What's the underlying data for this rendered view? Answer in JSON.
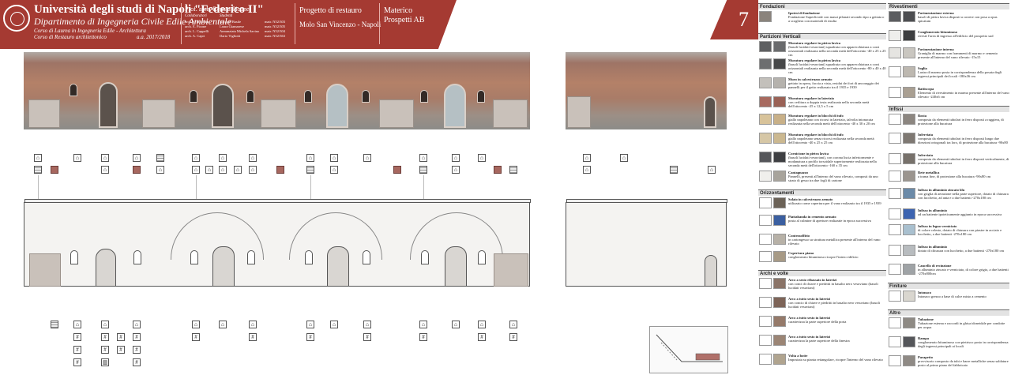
{
  "header": {
    "university": "Università degli studi di Napoli \"Federico II\"",
    "department": "Dipartimento di Ingegneria Civile Edile Ambientale",
    "course1": "Corso di Laurea in Ingegneria Edile - Architettura",
    "course2": "Corso di Restauro architettonico",
    "year": "a.a. 2017/2018",
    "professor": "Prof. arch. Renata Picone",
    "collab_head": "Collaboratori",
    "students_head": "Studenti",
    "collaborators": [
      "arch. S. Iaccarino",
      "arch. E. Picone",
      "arch. L. Cappelli",
      "arch. A. Capri"
    ],
    "students": [
      "Gerardo Basile",
      "Laura Giamarese",
      "Annunziata Michela Savino",
      "Dario Vigliotti"
    ],
    "matr": [
      "matr. N52/303",
      "matr. N52/305",
      "matr. N52/304",
      "matr. N52/363"
    ],
    "project": "Progetto di restauro",
    "location": "Molo San Vincenzo - Napoli",
    "sheet_title": "Materico\nProspetti AB",
    "sheet_number": "7"
  },
  "ledger_left": [
    {
      "section": "Fondazioni",
      "items": [
        {
          "title": "Ipotesi di fondazione",
          "text": "Fondazione Superficiale con massi pilonati secondo tipo a gettata o a scogliera con materiali di risulta"
        }
      ]
    },
    {
      "section": "Partizioni Verticali",
      "items": [
        {
          "title": "Muratura regolare in pietra lavica",
          "text": "(basoli lucidati vesuviani) squadrata con apparecchiatura a corsi orizzontali realizzata nella seconda metà dell'ottocento -40 x 25 x 25 cm"
        },
        {
          "title": "Muratura regolare in pietra lavica",
          "text": "(basoli lucidati vesuviani) squadrata con apparecchiatura a corsi orizzontali realizzata nella seconda metà dell'ottocento -80 x 40 x 40 cm"
        },
        {
          "title": "Muro in calcestruzzo armato",
          "text": "gettato in opera, faccia a vista, residui dei fori di ancoraggio dei pannelli per il getto realizzato tra il 1935 e 1939"
        },
        {
          "title": "Muratura regolare in laterizio",
          "text": "con cerlitura a doppia testa realizzata nella seconda metà dell'ottocento -25 x 12,5 x 5 cm"
        },
        {
          "title": "Muratura regolare in blocchi di tufo",
          "text": "giallo napoletano con ricorsi in laterizio, talvolta intonacata realizzata nella seconda metà dell'ottocento -40 x 30 x 20 cm"
        },
        {
          "title": "Muratura regolare in blocchi di tufo",
          "text": "giallo napoletano senza ricorsi realizzata nella seconda metà dell'ottocento -40 x 25 x 25 cm"
        },
        {
          "title": "Cornicione in pietra lavica",
          "text": "(basoli lucidati vesuviani), con corona liscia inferiormente e modanatura a profilo torsoidale superiormente realizzata nella seconda metà dell'ottocento -160 x 35 cm"
        },
        {
          "title": "Cantagnazzo",
          "text": "Pannelli, presenti all'interno del vano rilevato, composti da uno strato di gesso tra due fogli di cartone"
        }
      ]
    },
    {
      "section": "Orizzontamenti",
      "items": [
        {
          "title": "Solaio in calcestruzzo armato",
          "text": "utilizzato come copertura per il vano realizzato tra il 1935 e 1939"
        },
        {
          "title": "Piattabanda in cemento armato",
          "text": "posta al culmine di aperture realizzate in epoca successiva"
        },
        {
          "title": "Controsoffitto",
          "text": "in cartongesso su struttura metallica presente all'interno del vano rilevato"
        },
        {
          "title": "Copertura piana",
          "text": "conglomerato bituminoso ricopre l'intero edificio"
        }
      ]
    },
    {
      "section": "Archi e volte",
      "items": [
        {
          "title": "Arco a sesto ribassato in laterizi",
          "text": "con conci di chiave e piedritti in basalto nero vesuviano (basoli lucidati vesuviani)"
        },
        {
          "title": "Arco a tutto sesto in laterizi",
          "text": "con concio di chiave e piedritti in basalto nero vesuviano (basoli lucidati vesuviani)"
        },
        {
          "title": "Arco a tutto sesto in laterizi",
          "text": "caratterizza la parte superiore della porta"
        },
        {
          "title": "Arco a tutto sesto in laterizi",
          "text": "caratterizza la parte superiore della finestra"
        },
        {
          "title": "Volta a botte",
          "text": "Impostata su pianta rettangolare, ricopre l'interno del vano rilevato"
        }
      ]
    }
  ],
  "ledger_right": [
    {
      "section": "Rivestimenti",
      "items": [
        {
          "title": "Pavimentazione esterna",
          "text": "basoli di pietra lavica disposti a correre con posa a opus spicatum"
        },
        {
          "title": "Conglomerato bituminoso",
          "text": "riveste l'area di ingresso all'edificio del prospetto sud"
        },
        {
          "title": "Pavimentazione interna",
          "text": "Graniglia di marmo con frammenti di marmo e cemento presente all'interno del vano rilevato -15x15"
        },
        {
          "title": "Soglia",
          "text": "Lastra di marmo posta in corrispondenza della posata degli ingressi principali dei locali -180x36 cm"
        },
        {
          "title": "Battiscopa",
          "text": "Elemento di rivestimento in marmo presente all'interno del vano rilevato -240x6 cm"
        }
      ]
    },
    {
      "section": "Infissi",
      "items": [
        {
          "title": "Rosta",
          "text": "composta da elementi tubolari in ferro disposti a raggiera, di protezione alla bucatura"
        },
        {
          "title": "Inferriata",
          "text": "composta da elementi tubolari in ferro disposti lungo due direzioni ortogonali tra loro, di protezione alla bucatura -90x80"
        },
        {
          "title": "Inferriata",
          "text": "composta da elementi tubolari in ferro disposti verticalmente, di protezione alla bucatura"
        },
        {
          "title": "Rete metallica",
          "text": "a trama fine, di protezione alla bucatura -90x80 cm"
        },
        {
          "title": "Infisso in alluminio zincato blu",
          "text": "con griglia di aerazione nella parte superiore, dotato di chiusura con lucchetto, ad anta e a due battenti -270x180 cm"
        },
        {
          "title": "Infisso in alluminio",
          "text": "ad un battente ipoteticamente aggiunto in epoca successiva"
        },
        {
          "title": "Infisso in legno verniciato",
          "text": "di colore celeste, dotato di chiusura con piastre in acciaio e lucchetto, a due battenti -270x180 cm"
        },
        {
          "title": "Infisso in alluminio",
          "text": "dotato di chiusura con lucchetto, a due battenti -270x180 cm"
        },
        {
          "title": "Cancello di recinzione",
          "text": "in alluminio zincato e verniciato, di colore grigio, a due battenti -270x800cm"
        }
      ]
    },
    {
      "section": "Finiture",
      "items": [
        {
          "title": "Intonaco",
          "text": "Intonaco grezzo a base di calce misto a cemento"
        }
      ]
    },
    {
      "section": "Altro",
      "items": [
        {
          "title": "Tubazione",
          "text": "Tubazione esterna e raccordi in ghisa idoneidale per condotte per acqua"
        },
        {
          "title": "Rampa",
          "text": "conglomerato bituminoso con pietrisco posto in corrispondenza degli ingressi principali ai locali"
        },
        {
          "title": "Parapetto",
          "text": "provvisorio composto da tubi e barre metalliche senza saldature posto al primo piano del fabbricato"
        }
      ]
    }
  ],
  "colors": {
    "brand": "#a53a32",
    "header_band": "#e3e3e3"
  }
}
